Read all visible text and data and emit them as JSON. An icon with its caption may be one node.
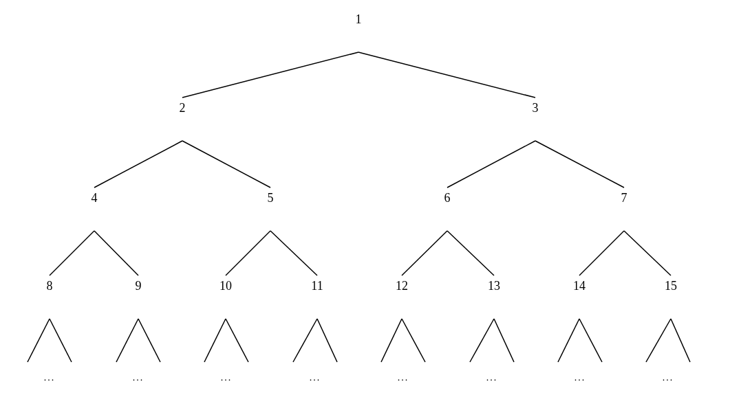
{
  "diagram": {
    "nodes": [
      {
        "text": [
          "1"
        ]
      },
      {
        "text": [
          "2"
        ]
      },
      {
        "text": [
          "3"
        ]
      },
      {
        "text": [
          "4"
        ]
      },
      {
        "text": [
          "5"
        ]
      },
      {
        "text": [
          "6"
        ]
      },
      {
        "text": [
          "7"
        ]
      },
      {
        "text": [
          "8"
        ]
      },
      {
        "text": [
          "9"
        ]
      },
      {
        "text": [
          "10"
        ]
      },
      {
        "text": [
          "11"
        ]
      },
      {
        "text": [
          "12"
        ]
      },
      {
        "text": [
          "13"
        ]
      },
      {
        "text": [
          "14"
        ]
      },
      {
        "text": [
          "15"
        ]
      },
      {
        "text": [
          "..."
        ]
      },
      {
        "text": [
          "..."
        ]
      },
      {
        "text": [
          "..."
        ]
      },
      {
        "text": [
          "..."
        ]
      },
      {
        "text": [
          "..."
        ]
      },
      {
        "text": [
          "..."
        ]
      },
      {
        "text": [
          "..."
        ]
      },
      {
        "text": [
          "..."
        ]
      }
    ],
    "edges": [
      {
        "from": 0,
        "to": 1,
        "arrow": "none"
      },
      {
        "from": 0,
        "to": 2,
        "arrow": "none"
      },
      {
        "from": 1,
        "to": 3,
        "arrow": "none"
      },
      {
        "from": 1,
        "to": 4,
        "arrow": "none"
      },
      {
        "from": 2,
        "to": 5,
        "arrow": "none"
      },
      {
        "from": 2,
        "to": 6,
        "arrow": "none"
      },
      {
        "from": 3,
        "to": 7,
        "arrow": "none"
      },
      {
        "from": 3,
        "to": 8,
        "arrow": "none"
      },
      {
        "from": 4,
        "to": 9,
        "arrow": "none"
      },
      {
        "from": 4,
        "to": 10,
        "arrow": "none"
      },
      {
        "from": 5,
        "to": 11,
        "arrow": "none"
      },
      {
        "from": 5,
        "to": 12,
        "arrow": "none"
      },
      {
        "from": 6,
        "to": 13,
        "arrow": "none"
      },
      {
        "from": 6,
        "to": 14,
        "arrow": "none"
      },
      {
        "from": 7,
        "to": 15,
        "arrow": "none"
      },
      {
        "from": 7,
        "to": 15,
        "arrow": "none"
      },
      {
        "from": 8,
        "to": 16,
        "arrow": "none"
      },
      {
        "from": 8,
        "to": 16,
        "arrow": "none"
      },
      {
        "from": 9,
        "to": 17,
        "arrow": "none"
      },
      {
        "from": 9,
        "to": 17,
        "arrow": "none"
      },
      {
        "from": 10,
        "to": 18,
        "arrow": "none"
      },
      {
        "from": 10,
        "to": 18,
        "arrow": "none"
      },
      {
        "from": 11,
        "to": 19,
        "arrow": "none"
      },
      {
        "from": 11,
        "to": 19,
        "arrow": "none"
      },
      {
        "from": 12,
        "to": 20,
        "arrow": "none"
      },
      {
        "from": 12,
        "to": 20,
        "arrow": "none"
      },
      {
        "from": 13,
        "to": 21,
        "arrow": "none"
      },
      {
        "from": 13,
        "to": 21,
        "arrow": "none"
      },
      {
        "from": 14,
        "to": 22,
        "arrow": "none"
      },
      {
        "from": 14,
        "to": 22,
        "arrow": "none"
      }
    ]
  }
}
